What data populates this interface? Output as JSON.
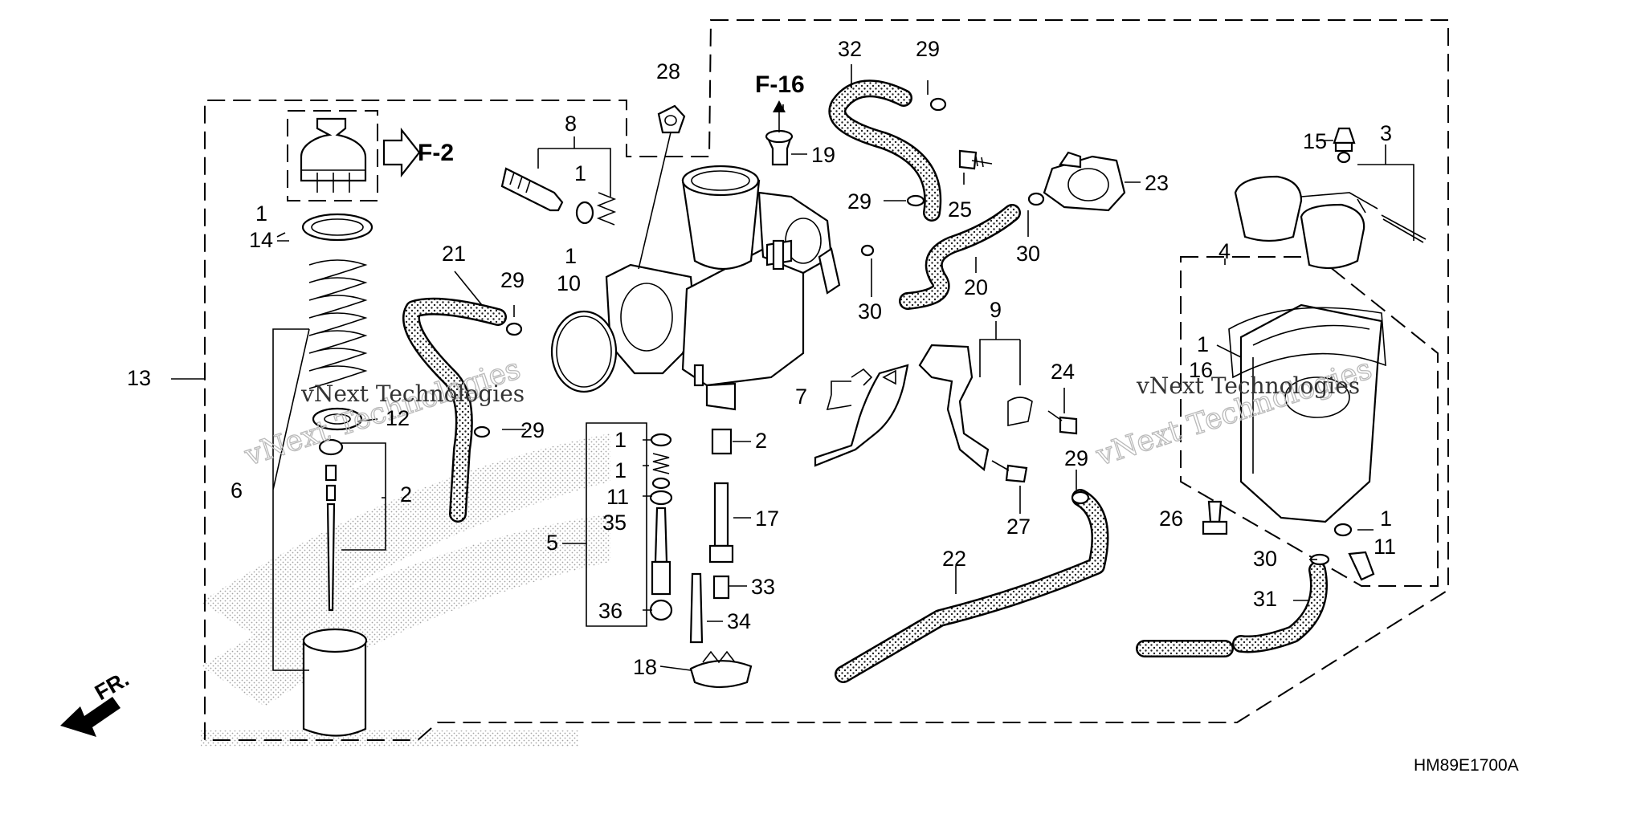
{
  "diagram": {
    "drawing_code": "HM89E1700A",
    "watermark_text_1": "vNext Technologies",
    "watermark_text_2": "vNext Technologies",
    "front_arrow_label": "FR.",
    "ref_f2": "F-2",
    "ref_f16": "F-16",
    "callouts": {
      "c1a": "1",
      "c14": "14",
      "c13": "13",
      "c12": "12",
      "c6": "6",
      "c2a": "2",
      "c8": "8",
      "c1b": "1",
      "c28": "28",
      "c21": "21",
      "c29a": "29",
      "c1c": "1",
      "c10": "10",
      "c29b": "29",
      "c1d": "1",
      "c1e": "1",
      "c11a": "11",
      "c35": "35",
      "c5": "5",
      "c36": "36",
      "c2b": "2",
      "c17": "17",
      "c33": "33",
      "c34": "34",
      "c18": "18",
      "c19": "19",
      "c32": "32",
      "c29c": "29",
      "c29d": "29",
      "c25": "25",
      "c23": "23",
      "c30a": "30",
      "c20": "20",
      "c30b": "30",
      "c9": "9",
      "c7": "7",
      "c24": "24",
      "c29e": "29",
      "c27": "27",
      "c22": "22",
      "c15": "15",
      "c3": "3",
      "c4": "4",
      "c1f": "1",
      "c16": "16",
      "c26": "26",
      "c1g": "1",
      "c11b": "11",
      "c30c": "30",
      "c31": "31"
    }
  }
}
